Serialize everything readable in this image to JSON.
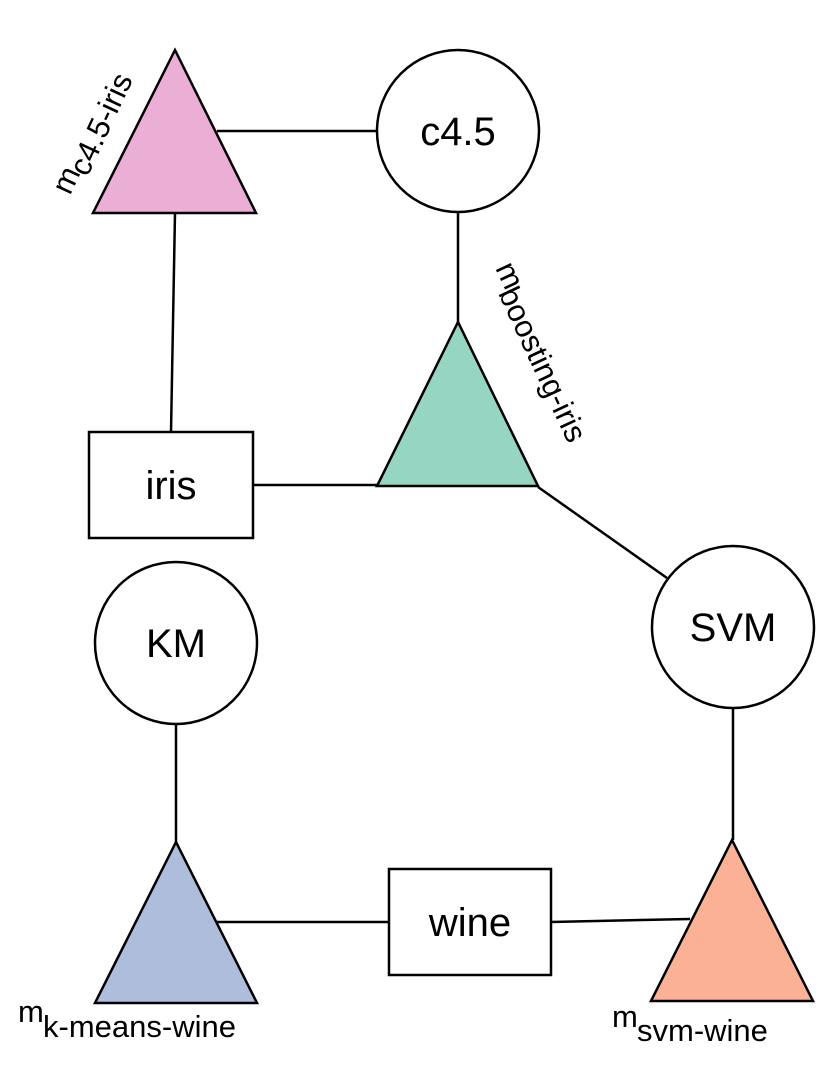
{
  "colors": {
    "m_c45_iris": "#ebaed5",
    "m_boosting_iris": "#95d5c1",
    "m_kmeans_wine": "#adbddb",
    "m_svm_wine": "#fbb195",
    "outline": "#000000",
    "background": "#ffffff"
  },
  "nodes": {
    "c45": {
      "label": "c4.5",
      "kind": "algorithm"
    },
    "svm": {
      "label": "SVM",
      "kind": "algorithm"
    },
    "km": {
      "label": "KM",
      "kind": "algorithm"
    },
    "iris": {
      "label": "iris",
      "kind": "dataset"
    },
    "wine": {
      "label": "wine",
      "kind": "dataset"
    },
    "m_c45_iris": {
      "base": "m",
      "sub": "c4.5-iris",
      "kind": "model"
    },
    "m_boosting_iris": {
      "base": "m",
      "sub": "boosting-iris",
      "kind": "model"
    },
    "m_kmeans_wine": {
      "base": "m",
      "sub": "k-means-wine",
      "kind": "model"
    },
    "m_svm_wine": {
      "base": "m",
      "sub": "svm-wine",
      "kind": "model"
    }
  },
  "edges": [
    {
      "from": "m_c45_iris",
      "to": "c45"
    },
    {
      "from": "m_c45_iris",
      "to": "iris"
    },
    {
      "from": "c45",
      "to": "m_boosting_iris"
    },
    {
      "from": "iris",
      "to": "m_boosting_iris"
    },
    {
      "from": "m_boosting_iris",
      "to": "svm"
    },
    {
      "from": "svm",
      "to": "m_svm_wine"
    },
    {
      "from": "km",
      "to": "m_kmeans_wine"
    },
    {
      "from": "m_kmeans_wine",
      "to": "wine"
    },
    {
      "from": "wine",
      "to": "m_svm_wine"
    }
  ]
}
